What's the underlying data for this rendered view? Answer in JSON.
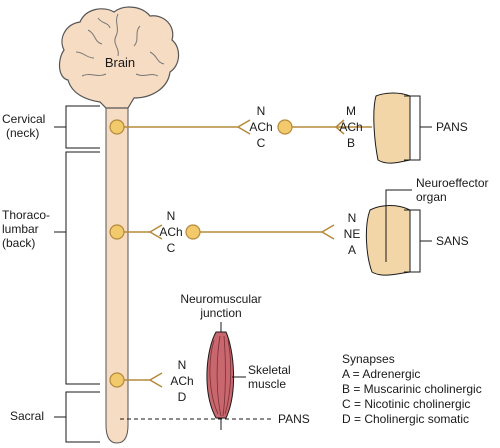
{
  "colors": {
    "body": "#f5dcc3",
    "outline": "#555555",
    "nerve": "#b58a3c",
    "ganglion": "#f2c96b",
    "organ": "#f2d6a8",
    "muscle": "#c9676e",
    "muscle_stripe": "#7a2e33"
  },
  "brain": {
    "label": "Brain"
  },
  "regions": {
    "cervical": [
      "Cervical",
      "(neck)"
    ],
    "thoracolumbar": [
      "Thoraco-",
      "lumbar",
      "(back)"
    ],
    "sacral": [
      "Sacral"
    ]
  },
  "pathways": {
    "cervical_pre": [
      "N",
      "ACh",
      "C"
    ],
    "cervical_post": [
      "M",
      "ACh",
      "B"
    ],
    "pans_top": "PANS",
    "neuroeffector": [
      "Neuroeffector",
      "organ"
    ],
    "thoracic_pre": [
      "N",
      "ACh",
      "C"
    ],
    "thoracic_post": [
      "N",
      "NE",
      "A"
    ],
    "sans": "SANS",
    "somatic": [
      "N",
      "ACh",
      "D"
    ],
    "nmj": [
      "Neuromuscular",
      "junction"
    ],
    "skeletal": [
      "Skeletal",
      "muscle"
    ],
    "pans_bottom": "PANS"
  },
  "legend": {
    "title": "Synapses",
    "items": [
      "A = Adrenergic",
      "B = Muscarinic cholinergic",
      "C = Nicotinic cholinergic",
      "D = Cholinergic somatic"
    ]
  }
}
